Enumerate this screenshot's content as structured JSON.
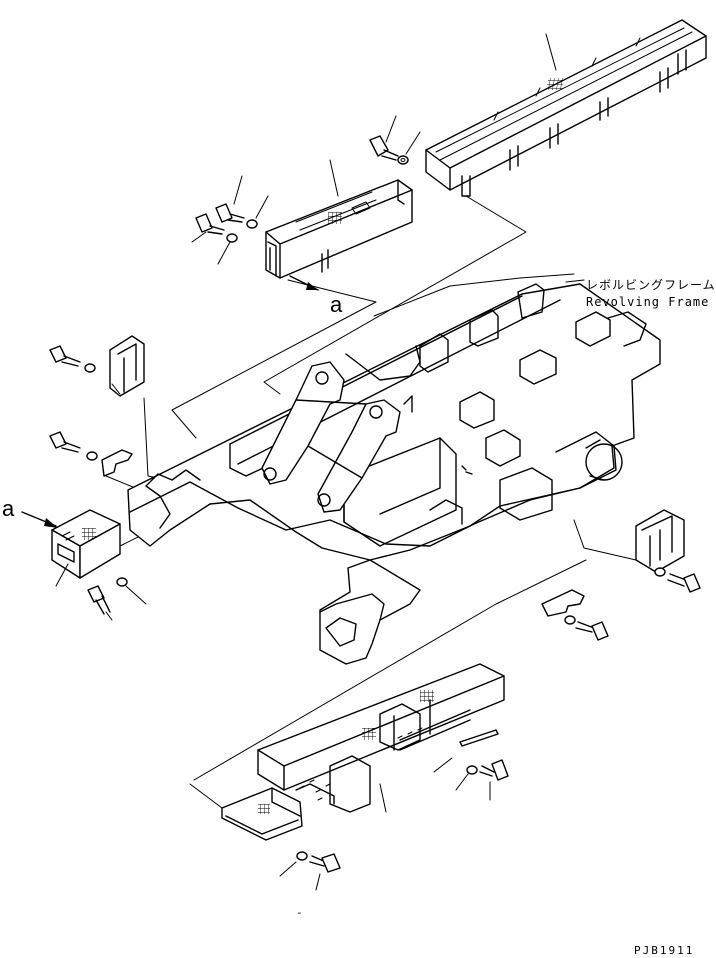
{
  "labels": {
    "revolving_frame_jp": "レボルビングフレーム",
    "revolving_frame_en": "Revolving Frame",
    "view_marker_right": "a",
    "view_marker_left": "a",
    "drawing_code": "PJB1911",
    "dash": "-"
  },
  "hatch_color": "#000000"
}
